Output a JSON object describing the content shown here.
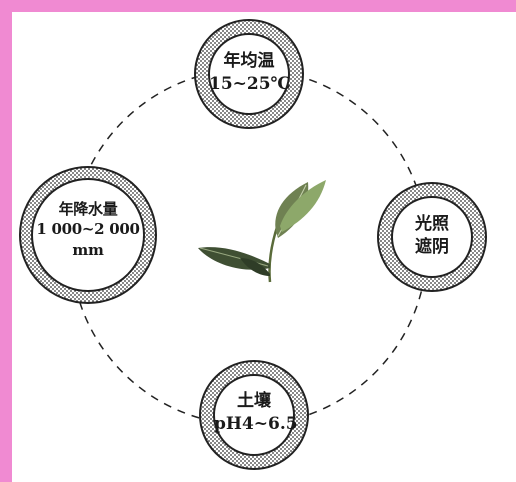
{
  "nodes": [
    {
      "id": "temperature",
      "lines": [
        "年均温",
        "15~25℃"
      ]
    },
    {
      "id": "light",
      "lines": [
        "光照",
        "遮阴"
      ]
    },
    {
      "id": "soil",
      "lines": [
        "土壤",
        "pH4~6.5"
      ]
    },
    {
      "id": "rainfall",
      "lines": [
        "年降水量",
        "1 000~2 000",
        "mm"
      ]
    }
  ],
  "center_icon": "tea-leaves-icon",
  "colors": {
    "frame": "#f08ad2",
    "background": "#ffffff",
    "ink": "#1a1a1a"
  }
}
